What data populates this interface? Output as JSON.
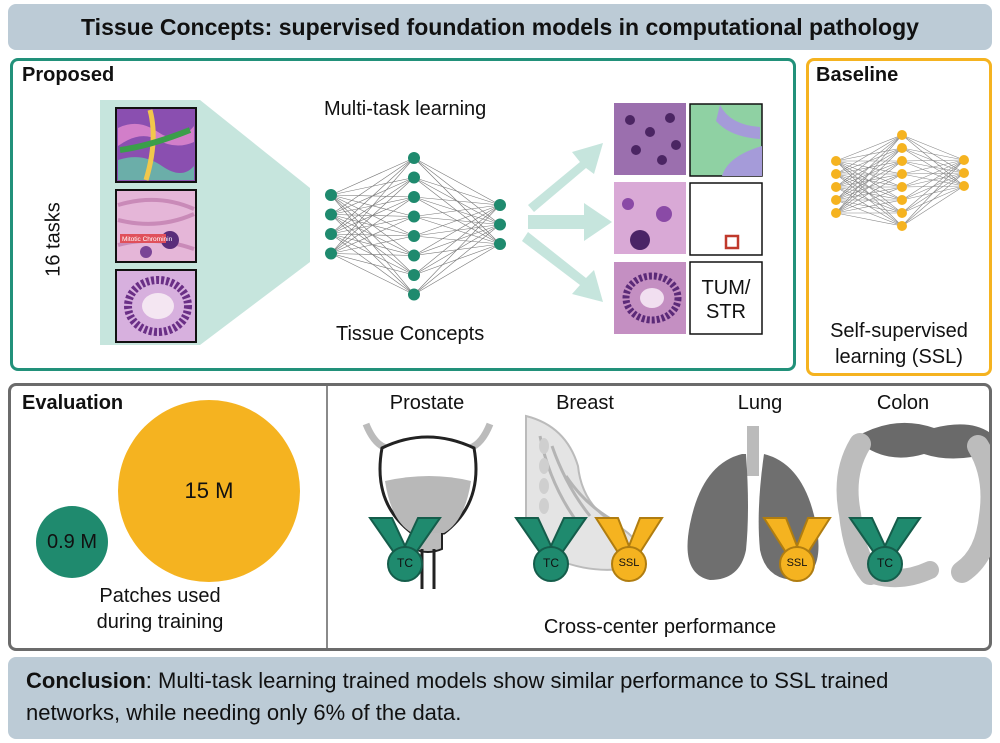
{
  "title": "Tissue Concepts: supervised foundation models in computational pathology",
  "proposed": {
    "header": "Proposed",
    "tasks_label": "16 tasks",
    "mtl_label": "Multi-task learning",
    "tc_label": "Tissue Concepts",
    "patch_label": "Mitotic Chrominin",
    "outputs": [
      "TUM/",
      "STR"
    ]
  },
  "baseline": {
    "header": "Baseline",
    "caption_line1": "Self-supervised",
    "caption_line2": "learning (SSL)"
  },
  "evaluation": {
    "header": "Evaluation",
    "small_circle": "0.9 M",
    "large_circle": "15 M",
    "caption_line1": "Patches used",
    "caption_line2": "during training",
    "organs": [
      "Prostate",
      "Breast",
      "Lung",
      "Colon"
    ],
    "medal_tc": "TC",
    "medal_ssl": "SSL",
    "cross_center": "Cross-center performance"
  },
  "conclusion": {
    "bold": "Conclusion",
    "text": ": Multi-task learning trained models show similar performance to SSL trained networks, while needing only 6% of the data."
  },
  "colors": {
    "teal": "#1f8a6e",
    "gold": "#f5b320",
    "banner": "#bccbd6",
    "frame_gray": "#6b6b6b"
  }
}
